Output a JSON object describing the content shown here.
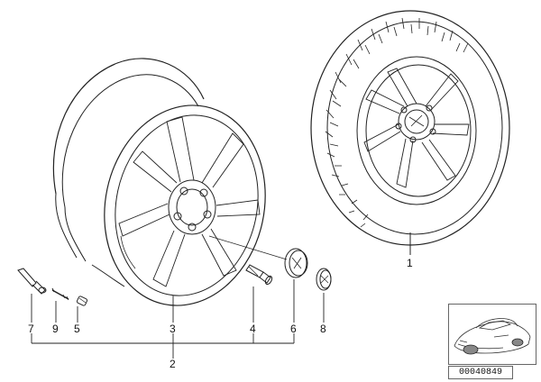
{
  "diagram": {
    "callouts": {
      "c1": "1",
      "c2": "2",
      "c3": "3",
      "c4": "4",
      "c5": "5",
      "c6": "6",
      "c7": "7",
      "c8": "8",
      "c9": "9"
    },
    "part_number": "00040849"
  }
}
